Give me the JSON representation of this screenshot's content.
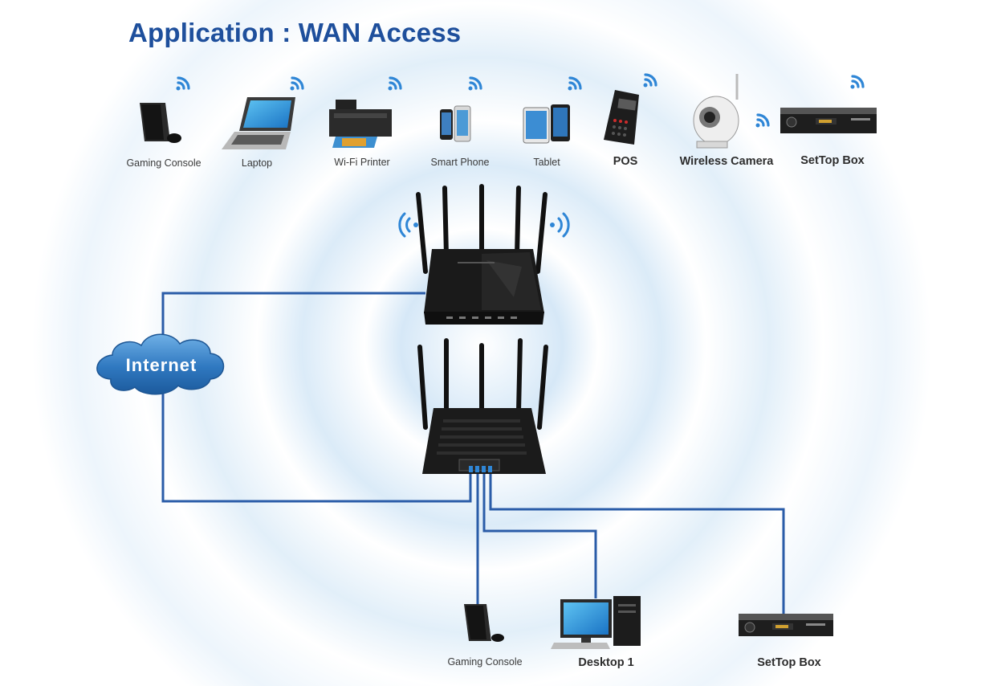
{
  "title": "Application : WAN Access",
  "cloud_label": "Internet",
  "wireless_devices": [
    {
      "label": "Gaming Console",
      "icon": "gaming-console-icon"
    },
    {
      "label": "Laptop",
      "icon": "laptop-icon"
    },
    {
      "label": "Wi-Fi Printer",
      "icon": "printer-icon"
    },
    {
      "label": "Smart Phone",
      "icon": "smartphone-icon"
    },
    {
      "label": "Tablet",
      "icon": "tablet-icon"
    },
    {
      "label": "POS",
      "icon": "pos-terminal-icon"
    },
    {
      "label": "Wireless Camera",
      "icon": "wireless-camera-icon"
    },
    {
      "label": "SetTop Box",
      "icon": "settop-box-icon"
    }
  ],
  "wired_devices": [
    {
      "label": "Gaming Console",
      "icon": "gaming-console-icon"
    },
    {
      "label": "Desktop 1",
      "icon": "desktop-computer-icon"
    },
    {
      "label": "SetTop Box",
      "icon": "settop-box-icon"
    }
  ],
  "colors": {
    "title": "#1e4f9c",
    "cable": "#2a5ca8",
    "cloud": "#3a83c9",
    "wifi": "#2f86d6",
    "ripple": "#cfe4f5",
    "device": "#1c1c1c"
  }
}
